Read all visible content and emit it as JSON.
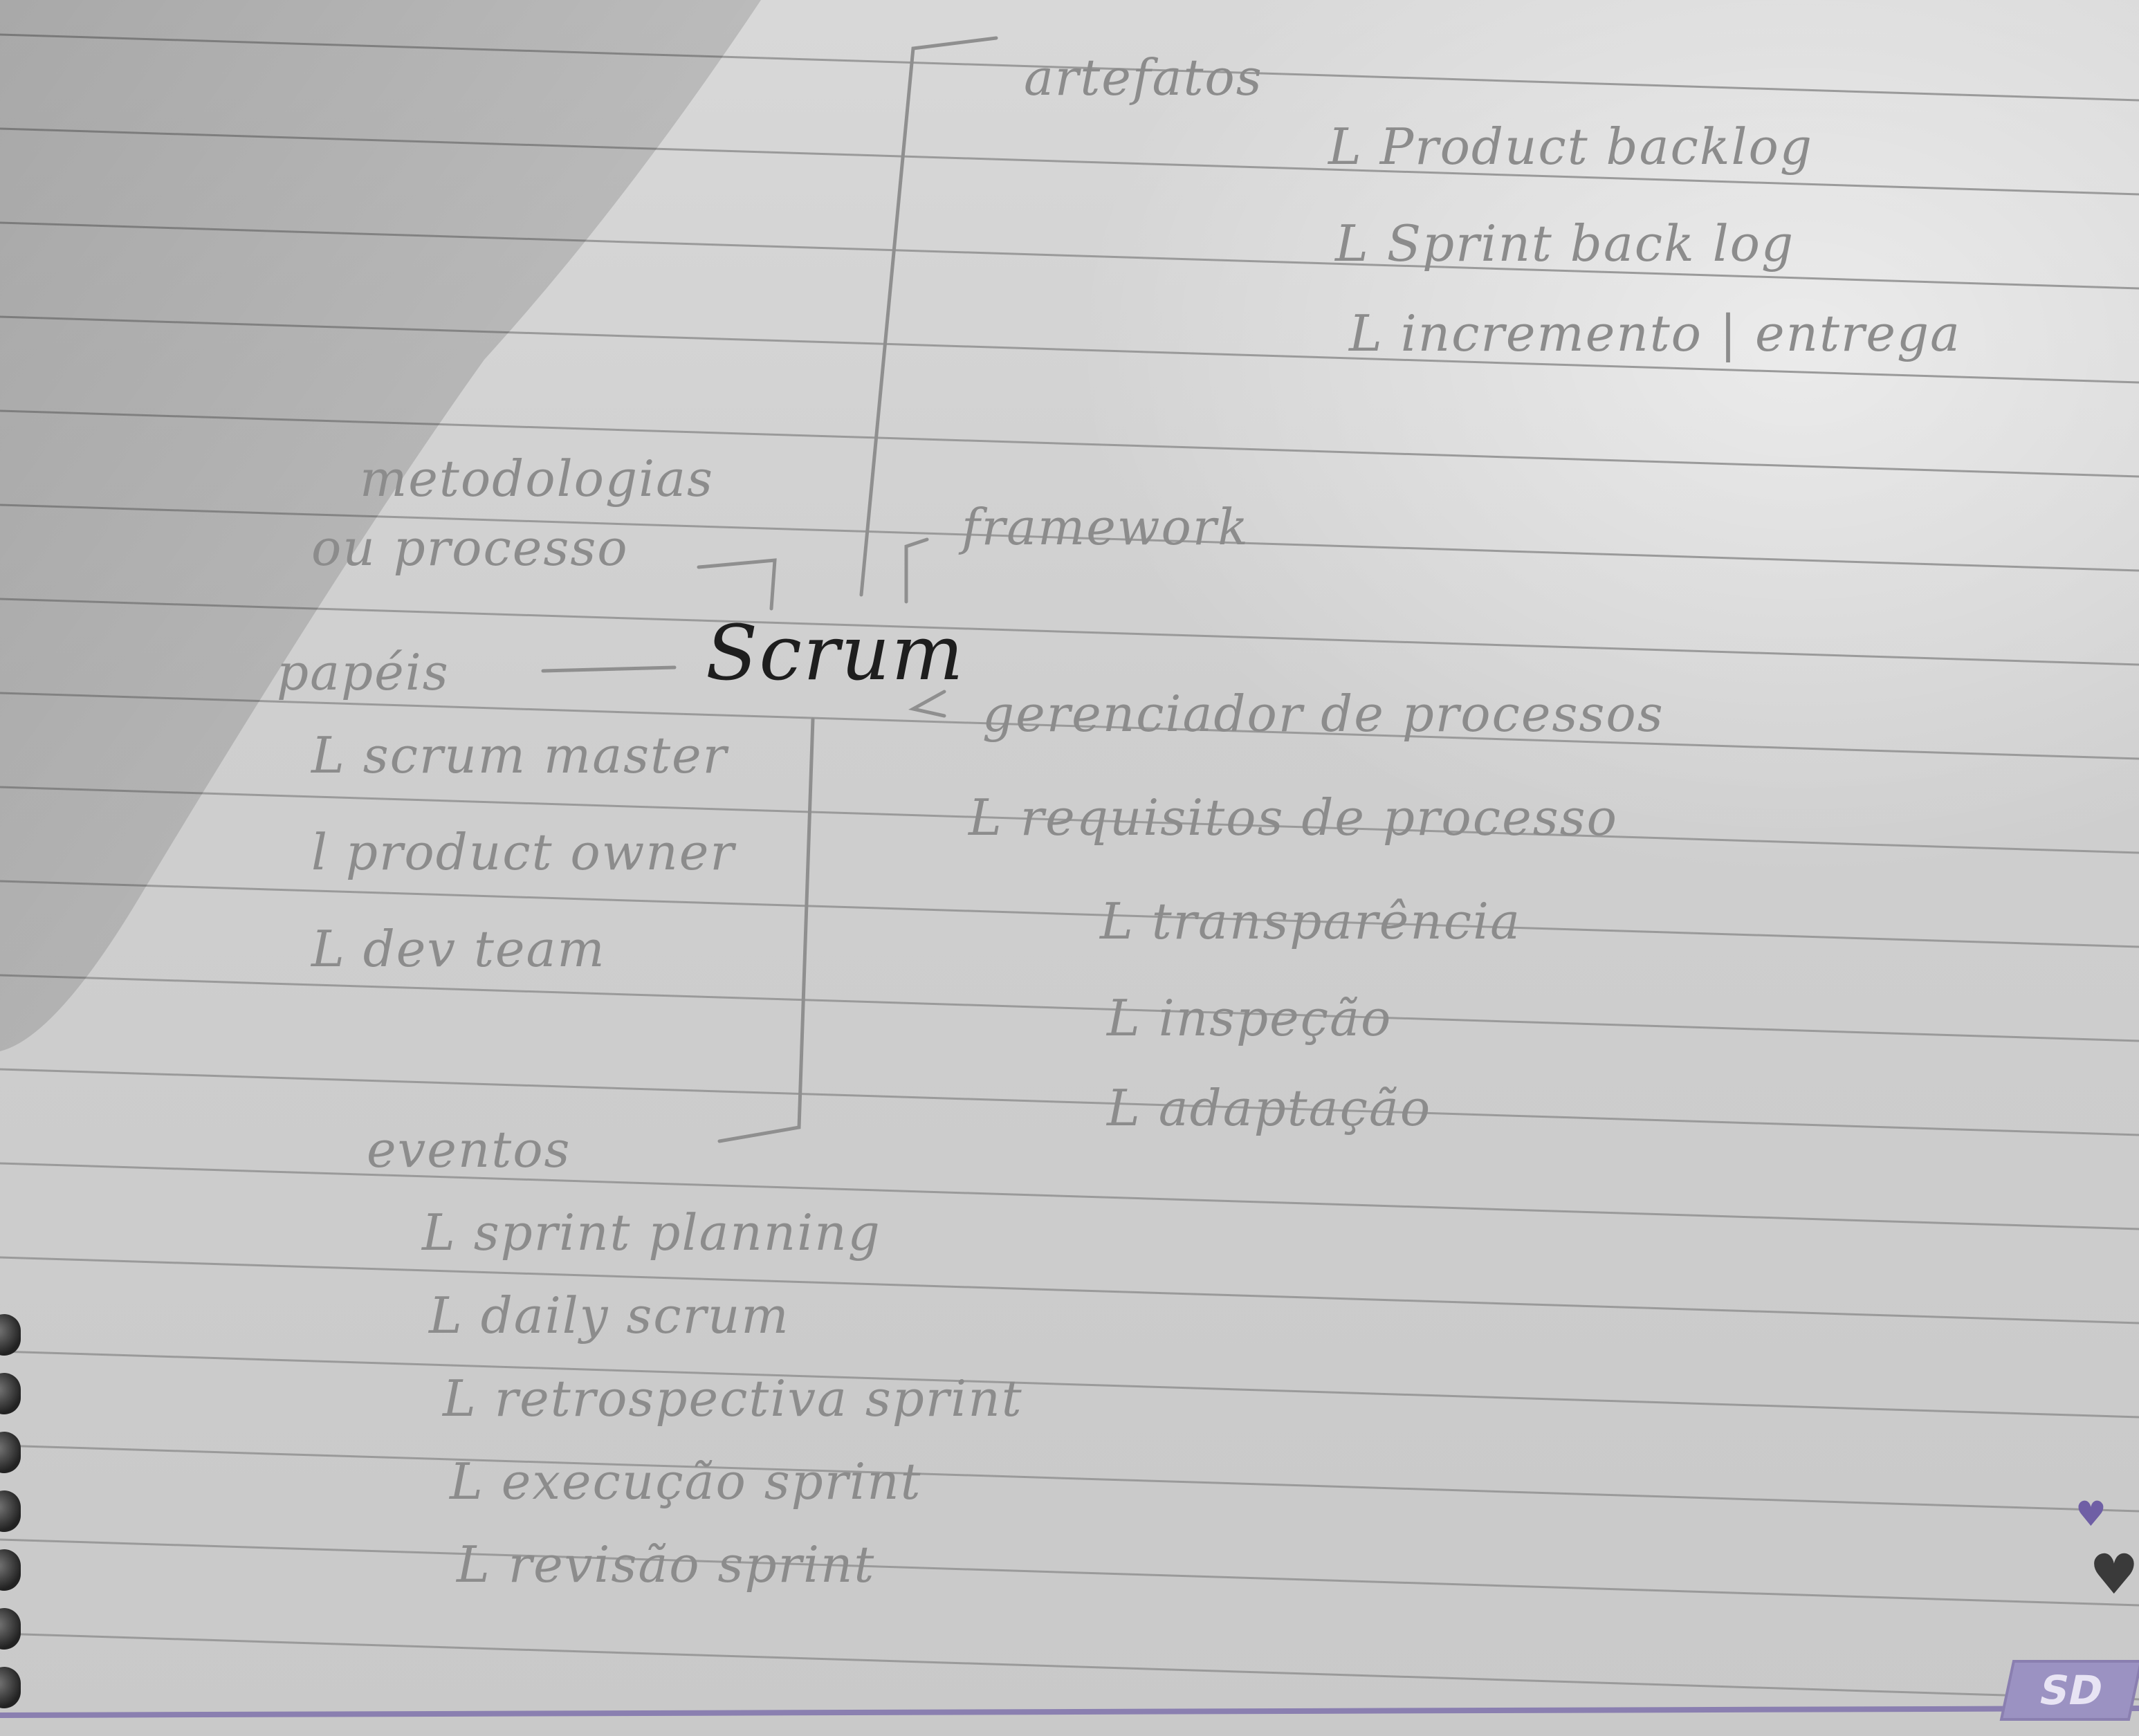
{
  "notes": {
    "center": "Scrum",
    "methodology": [
      "metodologias",
      "ou processo"
    ],
    "artefatos": {
      "title": "artefatos",
      "items": [
        "Product backlog",
        "Sprint back log",
        "incremento | entrega"
      ]
    },
    "framework": {
      "title": "framework",
      "items": [
        "gerenciador de processos",
        "requisitos de processo"
      ],
      "pillars": [
        "transparência",
        "inspeção",
        "adaptação"
      ]
    },
    "papeis": {
      "title": "papéis",
      "items": [
        "scrum master",
        "product owner",
        "dev team"
      ]
    },
    "eventos": {
      "title": "eventos",
      "items": [
        "sprint planning",
        "daily scrum",
        "retrospectiva sprint",
        "execução sprint",
        "revisão sprint"
      ]
    }
  },
  "brand_text": "SD",
  "colors": {
    "pencil": "#8c8c8c",
    "ink": "#1e1e1e",
    "rule_line": "#9a9a9a",
    "brand": "#9b92c2"
  }
}
